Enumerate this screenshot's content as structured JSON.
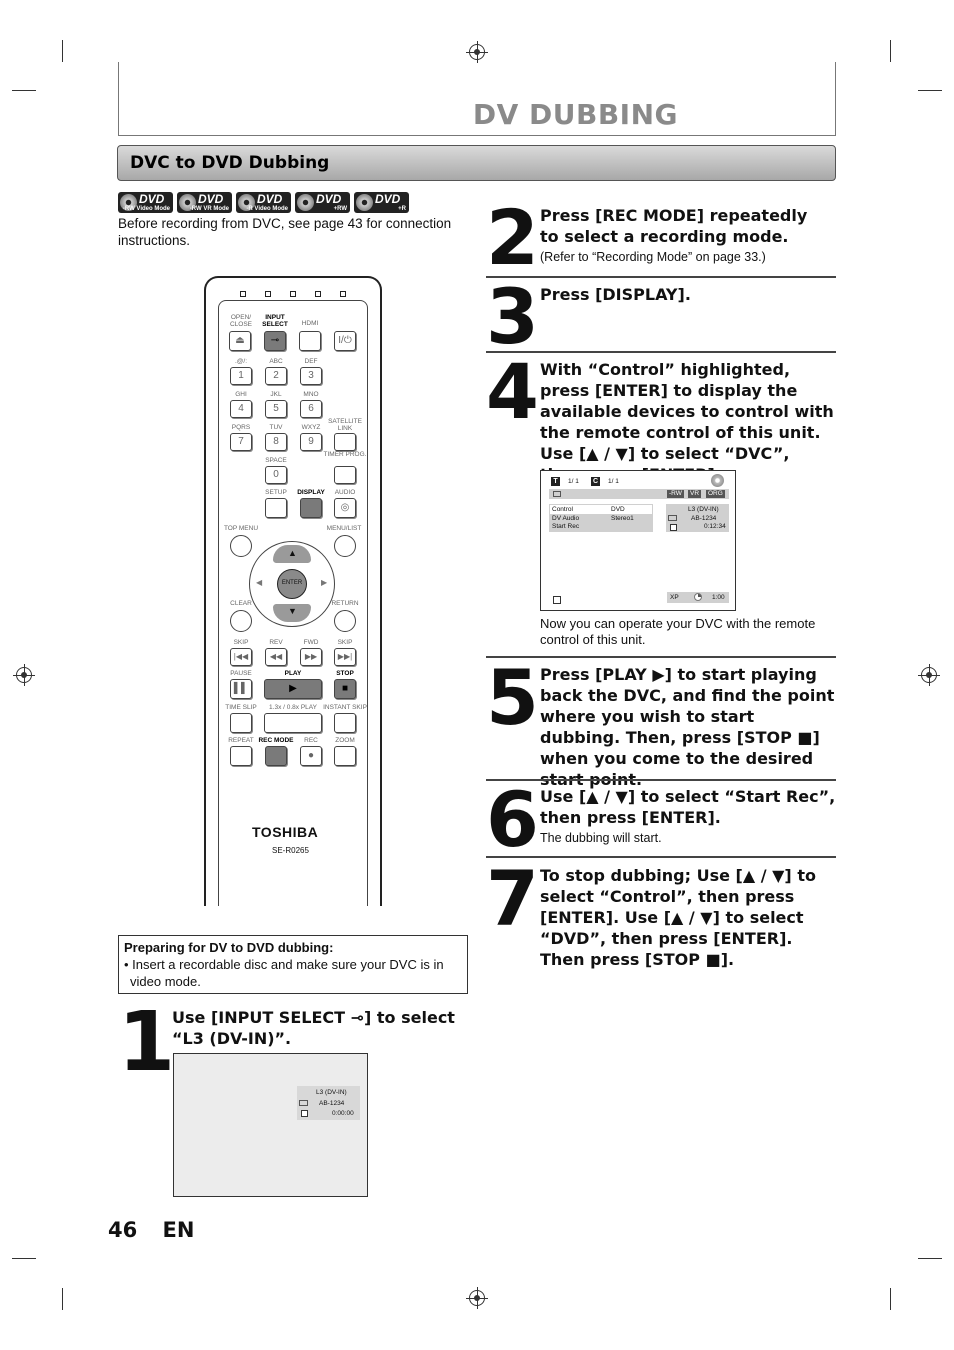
{
  "page": {
    "title": "DV DUBBING",
    "section": "DVC to DVD Dubbing",
    "page_number": "46",
    "lang": "EN"
  },
  "discs": [
    {
      "label": "DVD",
      "sub": "-RW Video Mode"
    },
    {
      "label": "DVD",
      "sub": "-RW VR Mode"
    },
    {
      "label": "DVD",
      "sub": "-R Video Mode"
    },
    {
      "label": "DVD",
      "sub": "+RW"
    },
    {
      "label": "DVD",
      "sub": "+R"
    }
  ],
  "intro": "Before recording from DVC, see page 43 for connection instructions.",
  "remote": {
    "labels": {
      "open_close": "OPEN/ CLOSE",
      "input_select": "INPUT SELECT",
      "hdmi": "HDMI",
      "k1": ".@/:",
      "k2": "ABC",
      "k3": "DEF",
      "k4": "GHI",
      "k5": "JKL",
      "k6": "MNO",
      "k7": "PQRS",
      "k8": "TUV",
      "k9": "WXYZ",
      "satellite": "SATELLITE LINK",
      "space": "SPACE",
      "timer": "TIMER PROG.",
      "setup": "SETUP",
      "display": "DISPLAY",
      "audio": "AUDIO",
      "top_menu": "TOP MENU",
      "menu_list": "MENU/LIST",
      "enter": "ENTER",
      "clear": "CLEAR",
      "return": "RETURN",
      "skip_back": "SKIP",
      "rev": "REV",
      "fwd": "FWD",
      "skip_fwd": "SKIP",
      "pause": "PAUSE",
      "play": "PLAY",
      "stop": "STOP",
      "time_slip": "TIME SLIP",
      "play_speed": "1.3x / 0.8x PLAY",
      "instant_skip": "INSTANT SKIP",
      "repeat": "REPEAT",
      "rec_mode": "REC MODE",
      "rec": "REC",
      "zoom": "ZOOM"
    },
    "digits": [
      "1",
      "2",
      "3",
      "4",
      "5",
      "6",
      "7",
      "8",
      "9",
      "0"
    ],
    "brand": "TOSHIBA",
    "model": "SE-R0265"
  },
  "note": {
    "heading": "Preparing for DV to DVD dubbing:",
    "text": "• Insert a recordable disc and make sure your DVC is in video mode."
  },
  "steps": [
    {
      "num": "1",
      "head": "Use [INPUT SELECT ⊸] to select “L3 (DV-IN)”.",
      "sub": ""
    },
    {
      "num": "2",
      "head": "Press [REC MODE] repeatedly to select a recording mode.",
      "sub": "(Refer to “Recording Mode” on page 33.)"
    },
    {
      "num": "3",
      "head": "Press [DISPLAY].",
      "sub": ""
    },
    {
      "num": "4",
      "head": "With “Control” highlighted, press [ENTER] to display the available devices to control with the remote control of this unit. Use [▲ / ▼] to select “DVC”, then press [ENTER].",
      "sub": "Now you can operate your DVC with the remote control of this unit."
    },
    {
      "num": "5",
      "head": "Press [PLAY ▶] to start playing back the DVC, and find the point where you wish to start dubbing. Then, press [STOP ■] when you come to the desired start point.",
      "sub": ""
    },
    {
      "num": "6",
      "head": "Use [▲ / ▼] to select “Start Rec”, then press [ENTER].",
      "sub": "The dubbing will start."
    },
    {
      "num": "7",
      "head": "To stop dubbing; Use [▲ / ▼] to select “Control”, then press [ENTER]. Use [▲ / ▼] to select “DVD”, then press [ENTER]. Then press [STOP ■].",
      "sub": ""
    }
  ],
  "screen1": {
    "input": "L3 (DV-IN)",
    "source": "AB-1234",
    "time": "0:00:00"
  },
  "screen2": {
    "title_no": "1/  1",
    "chapter_no": "1/  1",
    "badges": [
      "-RW",
      "VR",
      "ORG"
    ],
    "menu": [
      {
        "k": "Control",
        "v": "DVD"
      },
      {
        "k": "DV Audio",
        "v": "Stereo1"
      },
      {
        "k": "Start Rec",
        "v": ""
      }
    ],
    "input": "L3 (DV-IN)",
    "source": "AB-1234",
    "time": "0:12:34",
    "mode": "XP",
    "remain": "1:00"
  }
}
